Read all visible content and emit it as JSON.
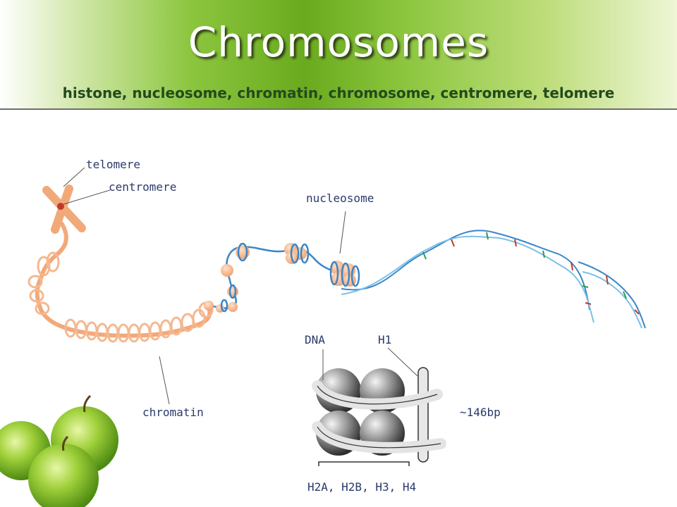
{
  "slide": {
    "title": "Chromosomes",
    "subtitle": "histone, nucleosome, chromatin, chromosome, centromere, telomere"
  },
  "labels": {
    "telomere": "telomere",
    "centromere": "centromere",
    "nucleosome": "nucleosome",
    "chromatin": "chromatin",
    "dna": "DNA",
    "h1": "H1",
    "bp": "~146bp",
    "histones": "H2A, H2B, H3, H4"
  },
  "colors": {
    "chromatin": "#f2a97a",
    "dna_blue": "#3a86c8",
    "label_text": "#2b3a6b",
    "apple_green": "#8cc63f"
  }
}
